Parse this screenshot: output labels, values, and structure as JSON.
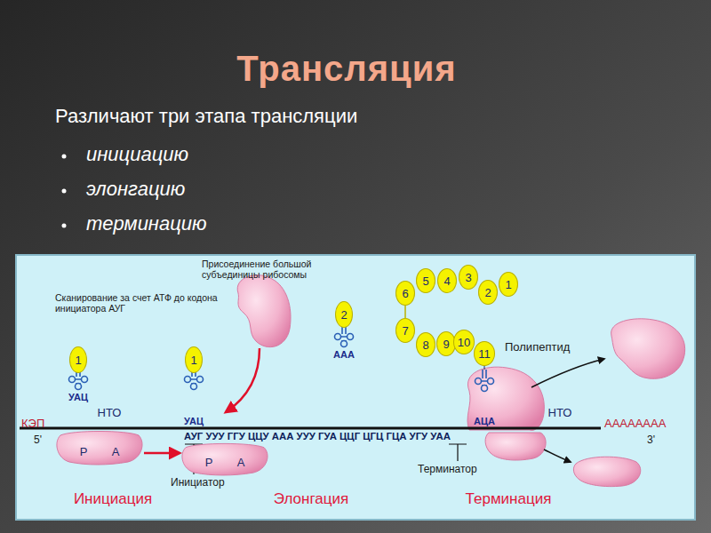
{
  "diagram": {
    "title": "Трансляция",
    "nodes": [
      {
        "text": [
          "1"
        ]
      },
      {
        "text": [
          "1"
        ]
      },
      {
        "text": [
          "2"
        ]
      },
      {
        "text": [
          "6"
        ]
      },
      {
        "text": [
          "5"
        ]
      },
      {
        "text": [
          "4"
        ]
      },
      {
        "text": [
          "3"
        ]
      },
      {
        "text": [
          "2"
        ]
      },
      {
        "text": [
          "1"
        ]
      },
      {
        "text": [
          "7"
        ]
      },
      {
        "text": [
          "8"
        ]
      },
      {
        "text": [
          "9"
        ]
      },
      {
        "text": [
          "10"
        ]
      },
      {
        "text": [
          "11"
        ]
      },
      {
        "text": [
          "Р",
          "А"
        ]
      },
      {
        "text": [
          "Р",
          "А"
        ]
      }
    ],
    "edges": [
      {
        "from": 14,
        "to": 15,
        "arrow": "to"
      }
    ],
    "labels": [
      "Различают три этапа трансляции",
      "инициацию",
      "элонгацию",
      "терминацию",
      "Присоединение большой субъединицы рибосомы",
      "Сканирование за счет АТФ до кодона инициатора АУГ",
      "УАЦ",
      "УАЦ",
      "ААА",
      "Полипептид",
      "АЦА",
      "НТО",
      "НТО",
      "КЭП",
      "5'",
      "АУГ УУУ ГГУ ЦЦУ ААА УУУ ГУА ЦЦГ ЦГЦ ГЦА УГУ УАА",
      "АААААААА",
      "3'",
      "Инициатор",
      "Терминатор",
      "Инициация",
      "Элонгация",
      "Терминация"
    ]
  }
}
